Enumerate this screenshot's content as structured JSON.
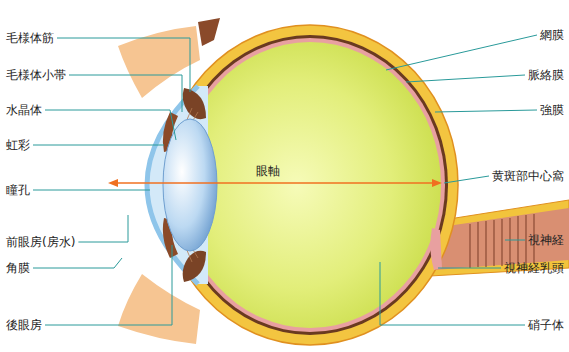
{
  "diagram": {
    "labels": [
      "毛様体筋",
      "毛様体小帯",
      "水晶体",
      "虹彩",
      "瞳孔",
      "前眼房(房水)",
      "角膜",
      "後眼房",
      "眼軸",
      "網膜",
      "脈絡膜",
      "強膜",
      "黄斑部中心窩",
      "視神経",
      "視神経乳頭",
      "硝子体"
    ]
  }
}
